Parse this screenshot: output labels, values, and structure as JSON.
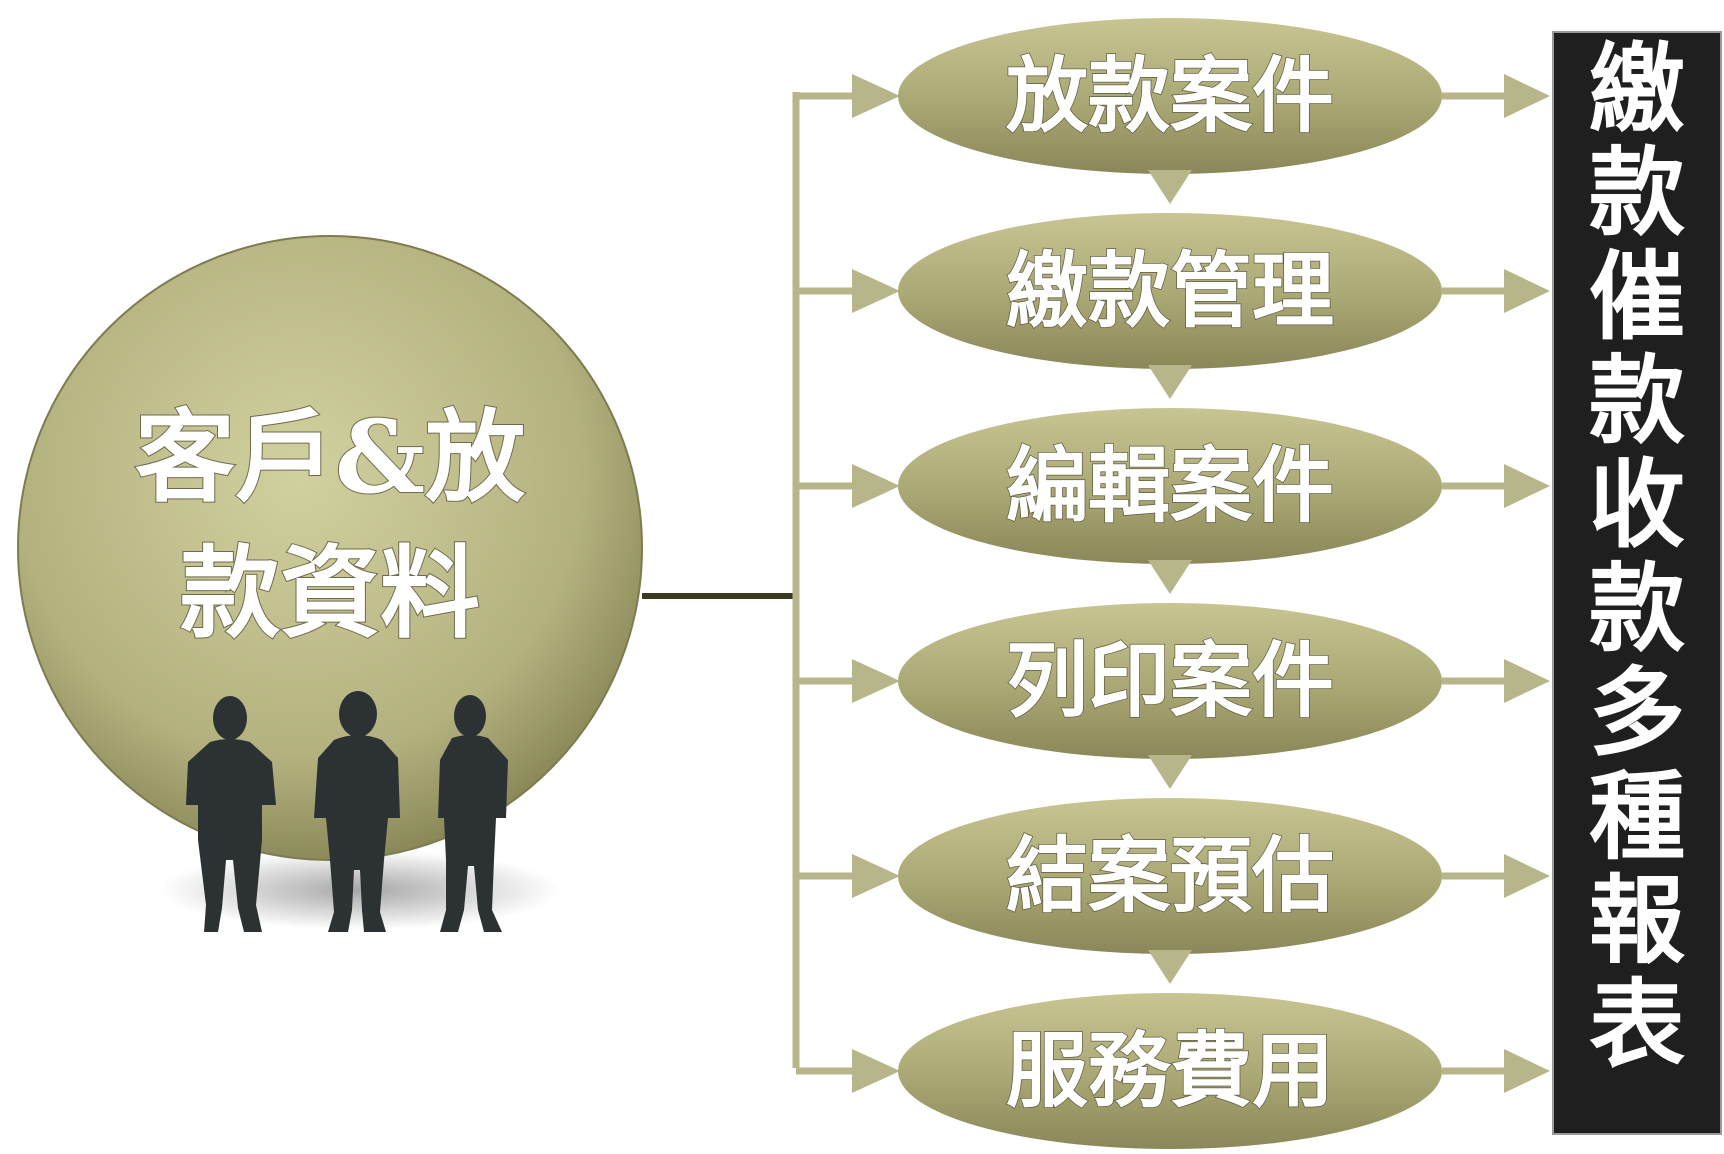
{
  "colors": {
    "node_fill_light": "#c7c693",
    "node_fill_dark": "#8d8a5c",
    "connector": "#b7b68a",
    "trunk": "#3a3a22",
    "report_bg": "#1f1f1f",
    "silhouette": "#2c3233"
  },
  "source": {
    "line1": "客戶&放",
    "line2": "款資料"
  },
  "people_icon": "three-people-silhouette-icon",
  "modules": [
    {
      "label": "放款案件"
    },
    {
      "label": "繳款管理"
    },
    {
      "label": "編輯案件"
    },
    {
      "label": "列印案件"
    },
    {
      "label": "結案預估"
    },
    {
      "label": "服務費用"
    }
  ],
  "report": {
    "chars": [
      "繳",
      "款",
      "催",
      "款",
      "收",
      "款",
      "多",
      "種",
      "報",
      "表"
    ]
  }
}
